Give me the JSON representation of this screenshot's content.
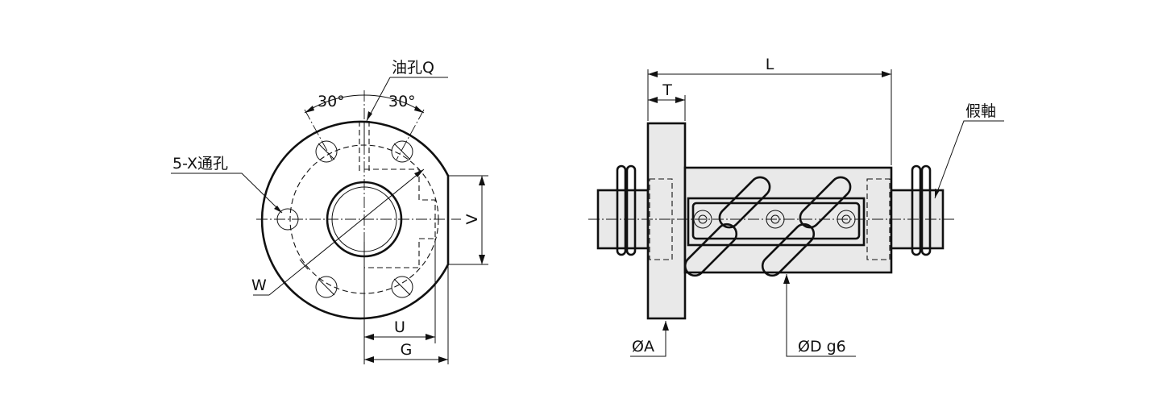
{
  "labels": {
    "oil_hole": "油孔Q",
    "angle_left": "30°",
    "angle_right": "30°",
    "through_holes": "5-X通孔",
    "w": "W",
    "v": "V",
    "u": "U",
    "g": "G",
    "l": "L",
    "t": "T",
    "dummy_shaft": "假軸",
    "phi_a": "ØA",
    "phi_d": "ØD g6"
  }
}
